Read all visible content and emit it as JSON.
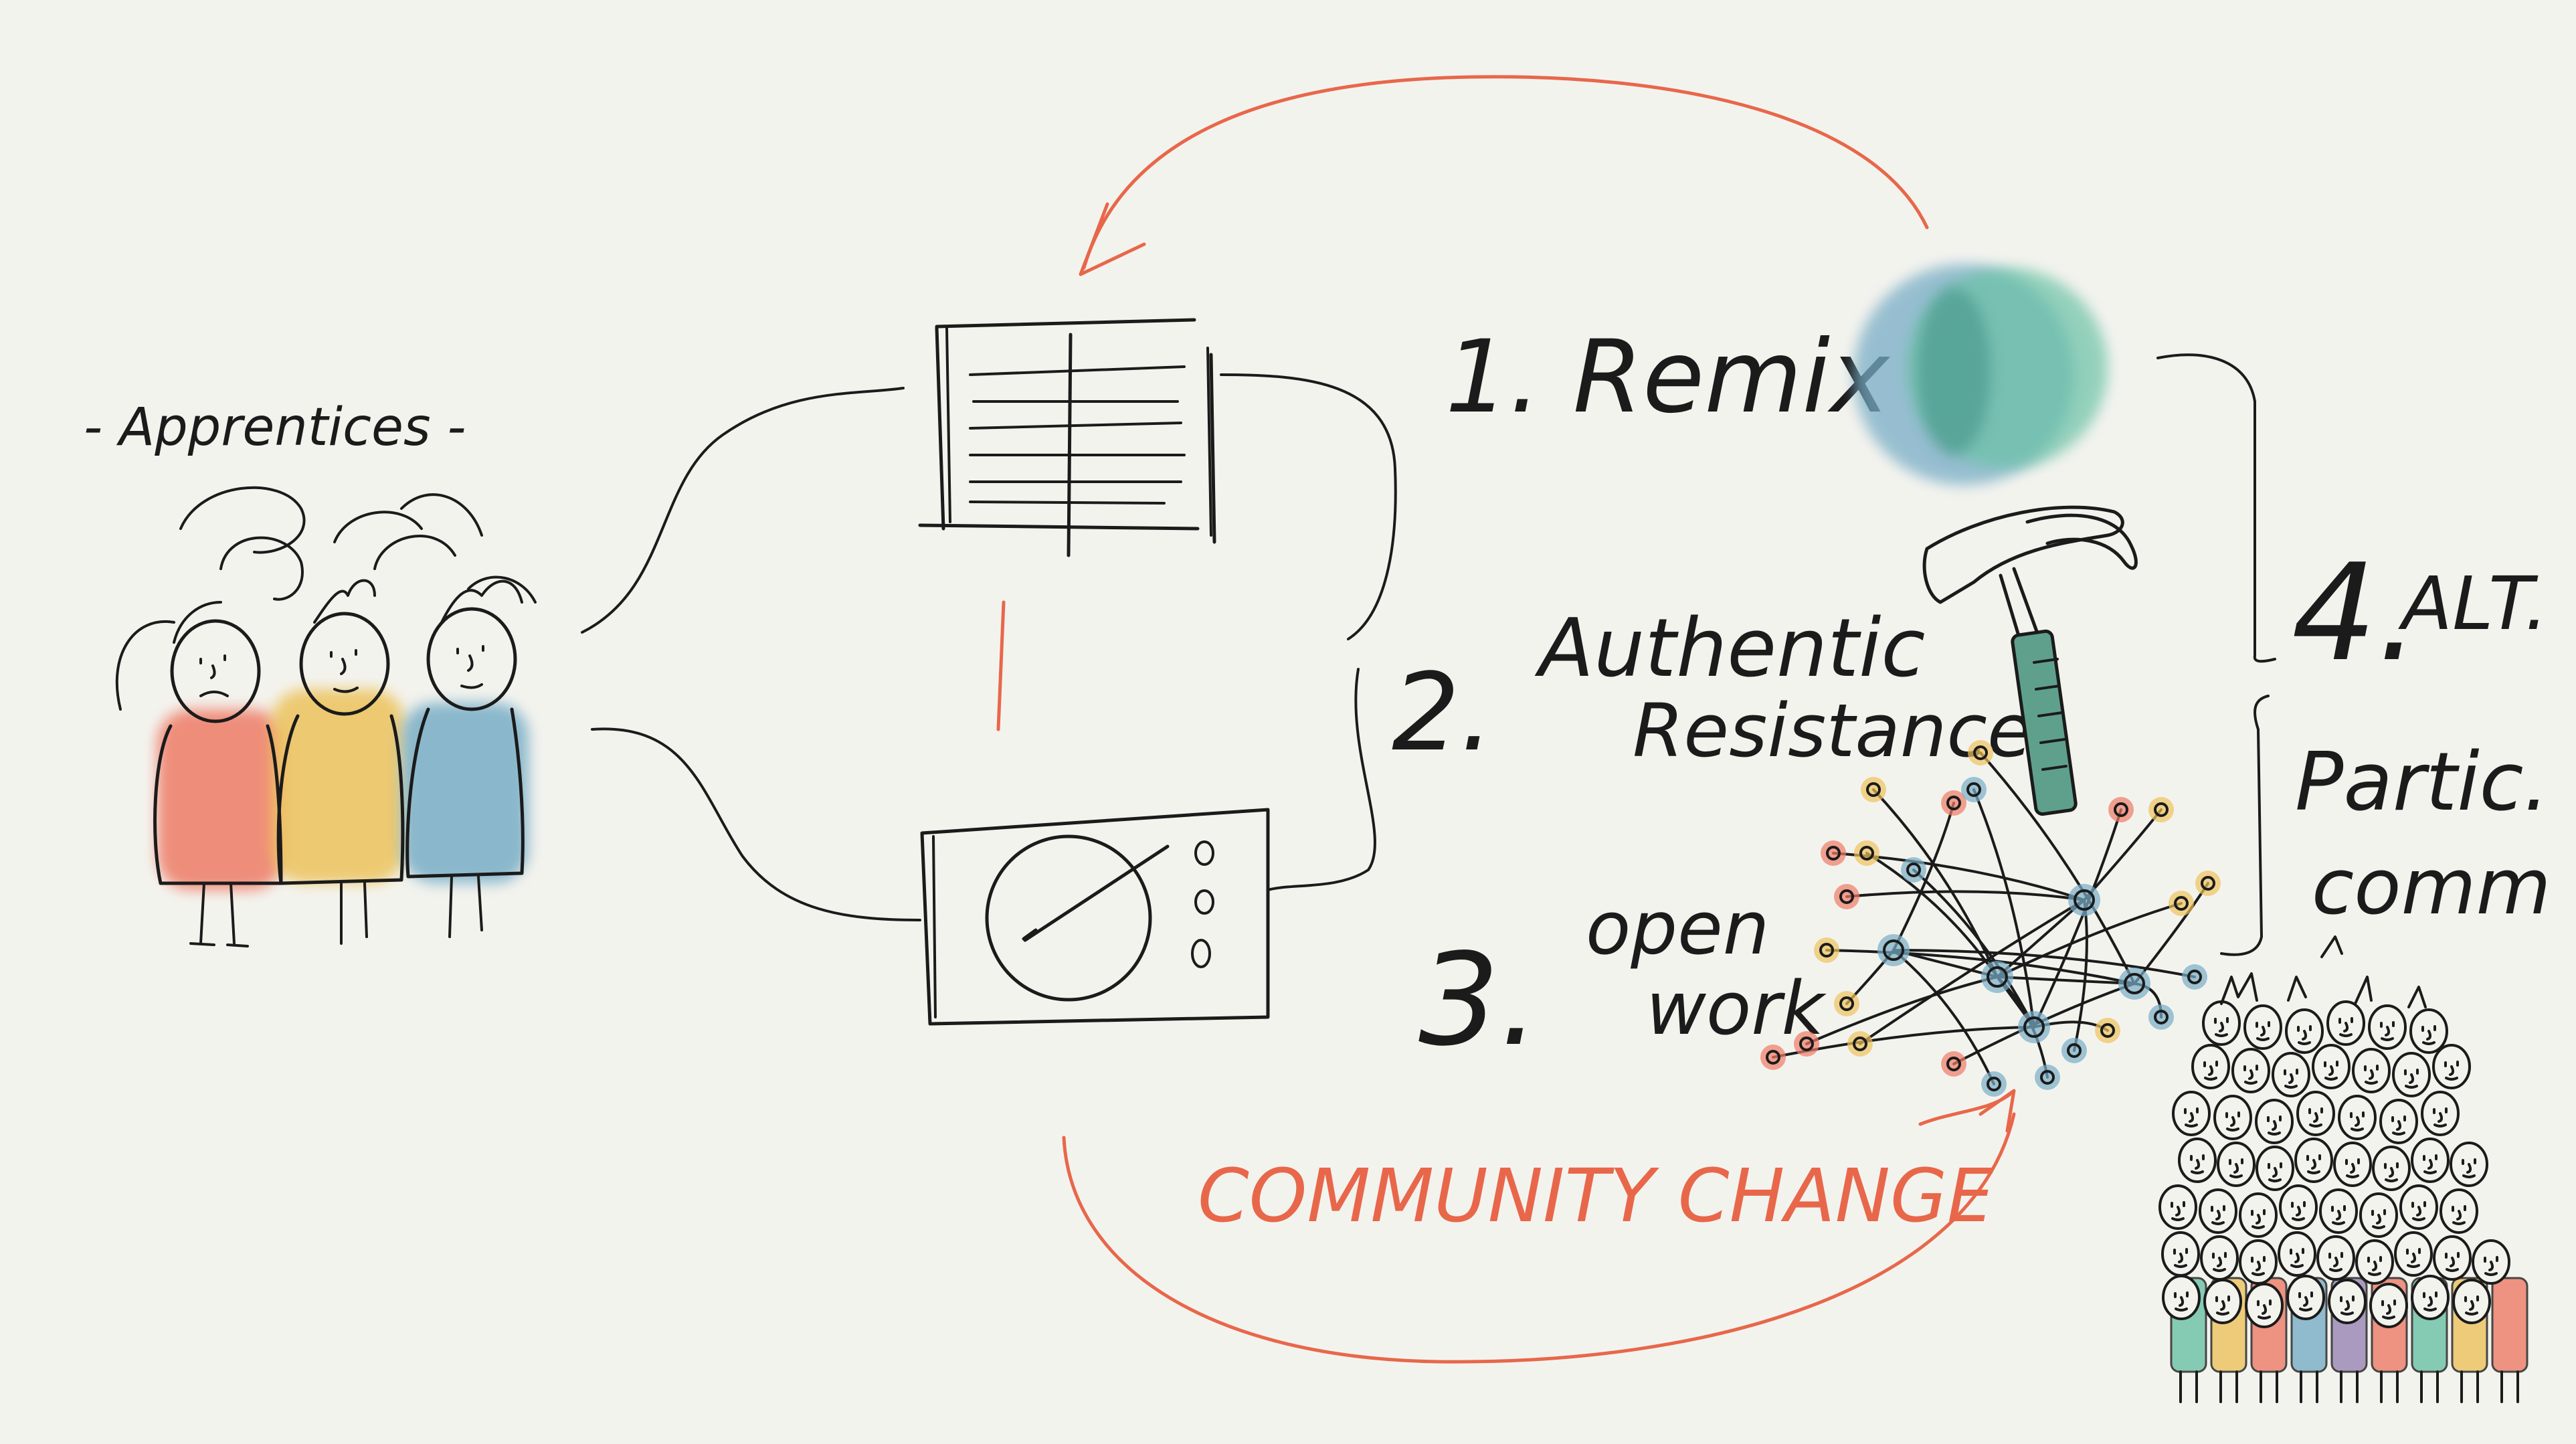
{
  "colors": {
    "background": "#f3f3ee",
    "ink": "#1b1b1b",
    "accent_red": "#e8674a",
    "wash_red": "#ee7b66",
    "wash_yellow": "#ecc25c",
    "wash_blue": "#78adc6",
    "wash_teal": "#6ac2a6",
    "wash_purple": "#9a85b4"
  },
  "labels": {
    "apprentices": "- Apprentices -",
    "item1": "1. Remix",
    "item2_num": "2.",
    "item2_line1": "Authentic",
    "item2_line2": "Resistance",
    "item3_num": "3.",
    "item3_line1": "open",
    "item3_line2": "work",
    "item4_num": "4.",
    "item4_word": "ALT.",
    "partic": "Partic.",
    "comm": "comm",
    "community_change": "COMMUNITY CHANGE"
  },
  "icons": {
    "book": "book-icon",
    "record_player": "record-player-icon",
    "venn": "venn-circles-icon",
    "hammer": "hammer-icon",
    "network": "network-graph-icon",
    "crowd": "crowd-illustration",
    "apprentice_group": "apprentices-illustration"
  }
}
